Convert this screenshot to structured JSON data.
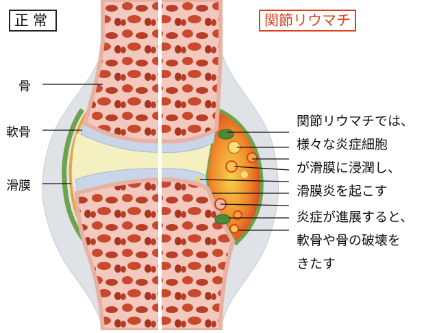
{
  "panels": {
    "normal_title": "正常",
    "ra_title": "関節リウマチ"
  },
  "labels": {
    "bone": "骨",
    "cartilage": "軟骨",
    "synovium": "滑膜"
  },
  "annotation_1": [
    "関節リウマチでは、",
    "様々な炎症細胞",
    "が滑膜に浸潤し、",
    "滑膜炎を起こす"
  ],
  "annotation_2": [
    "炎症が進展すると、",
    "軟骨や骨の破壊を",
    "きたす"
  ],
  "colors": {
    "bone_cortex": "#f3c4b6",
    "bone_trabecula": "#f4c9bd",
    "bone_marrow": "#c9492f",
    "cartilage": "#c9d6ea",
    "synovial_fluid": "#f5f0c2",
    "capsule": "#dfe3e8",
    "synovium_green": "#6fa34a",
    "inflammation": "#e5642a",
    "ra_accent": "#d9411e"
  }
}
